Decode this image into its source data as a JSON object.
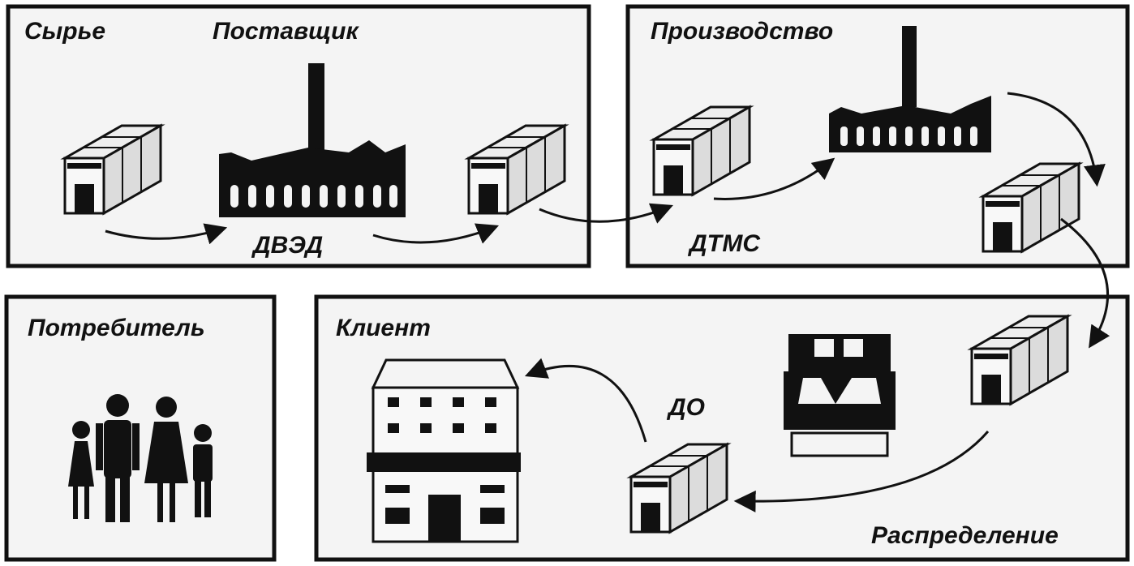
{
  "panels": {
    "supplier": {
      "raw_label": "Сырье",
      "supplier_label": "Поставщик",
      "stage_label": "ДВЭД"
    },
    "production": {
      "title": "Производство",
      "stage_label": "ДТМС"
    },
    "consumer": {
      "title": "Потребитель"
    },
    "client": {
      "title": "Клиент",
      "stage_label": "ДО",
      "distribution_label": "Распределение"
    }
  }
}
